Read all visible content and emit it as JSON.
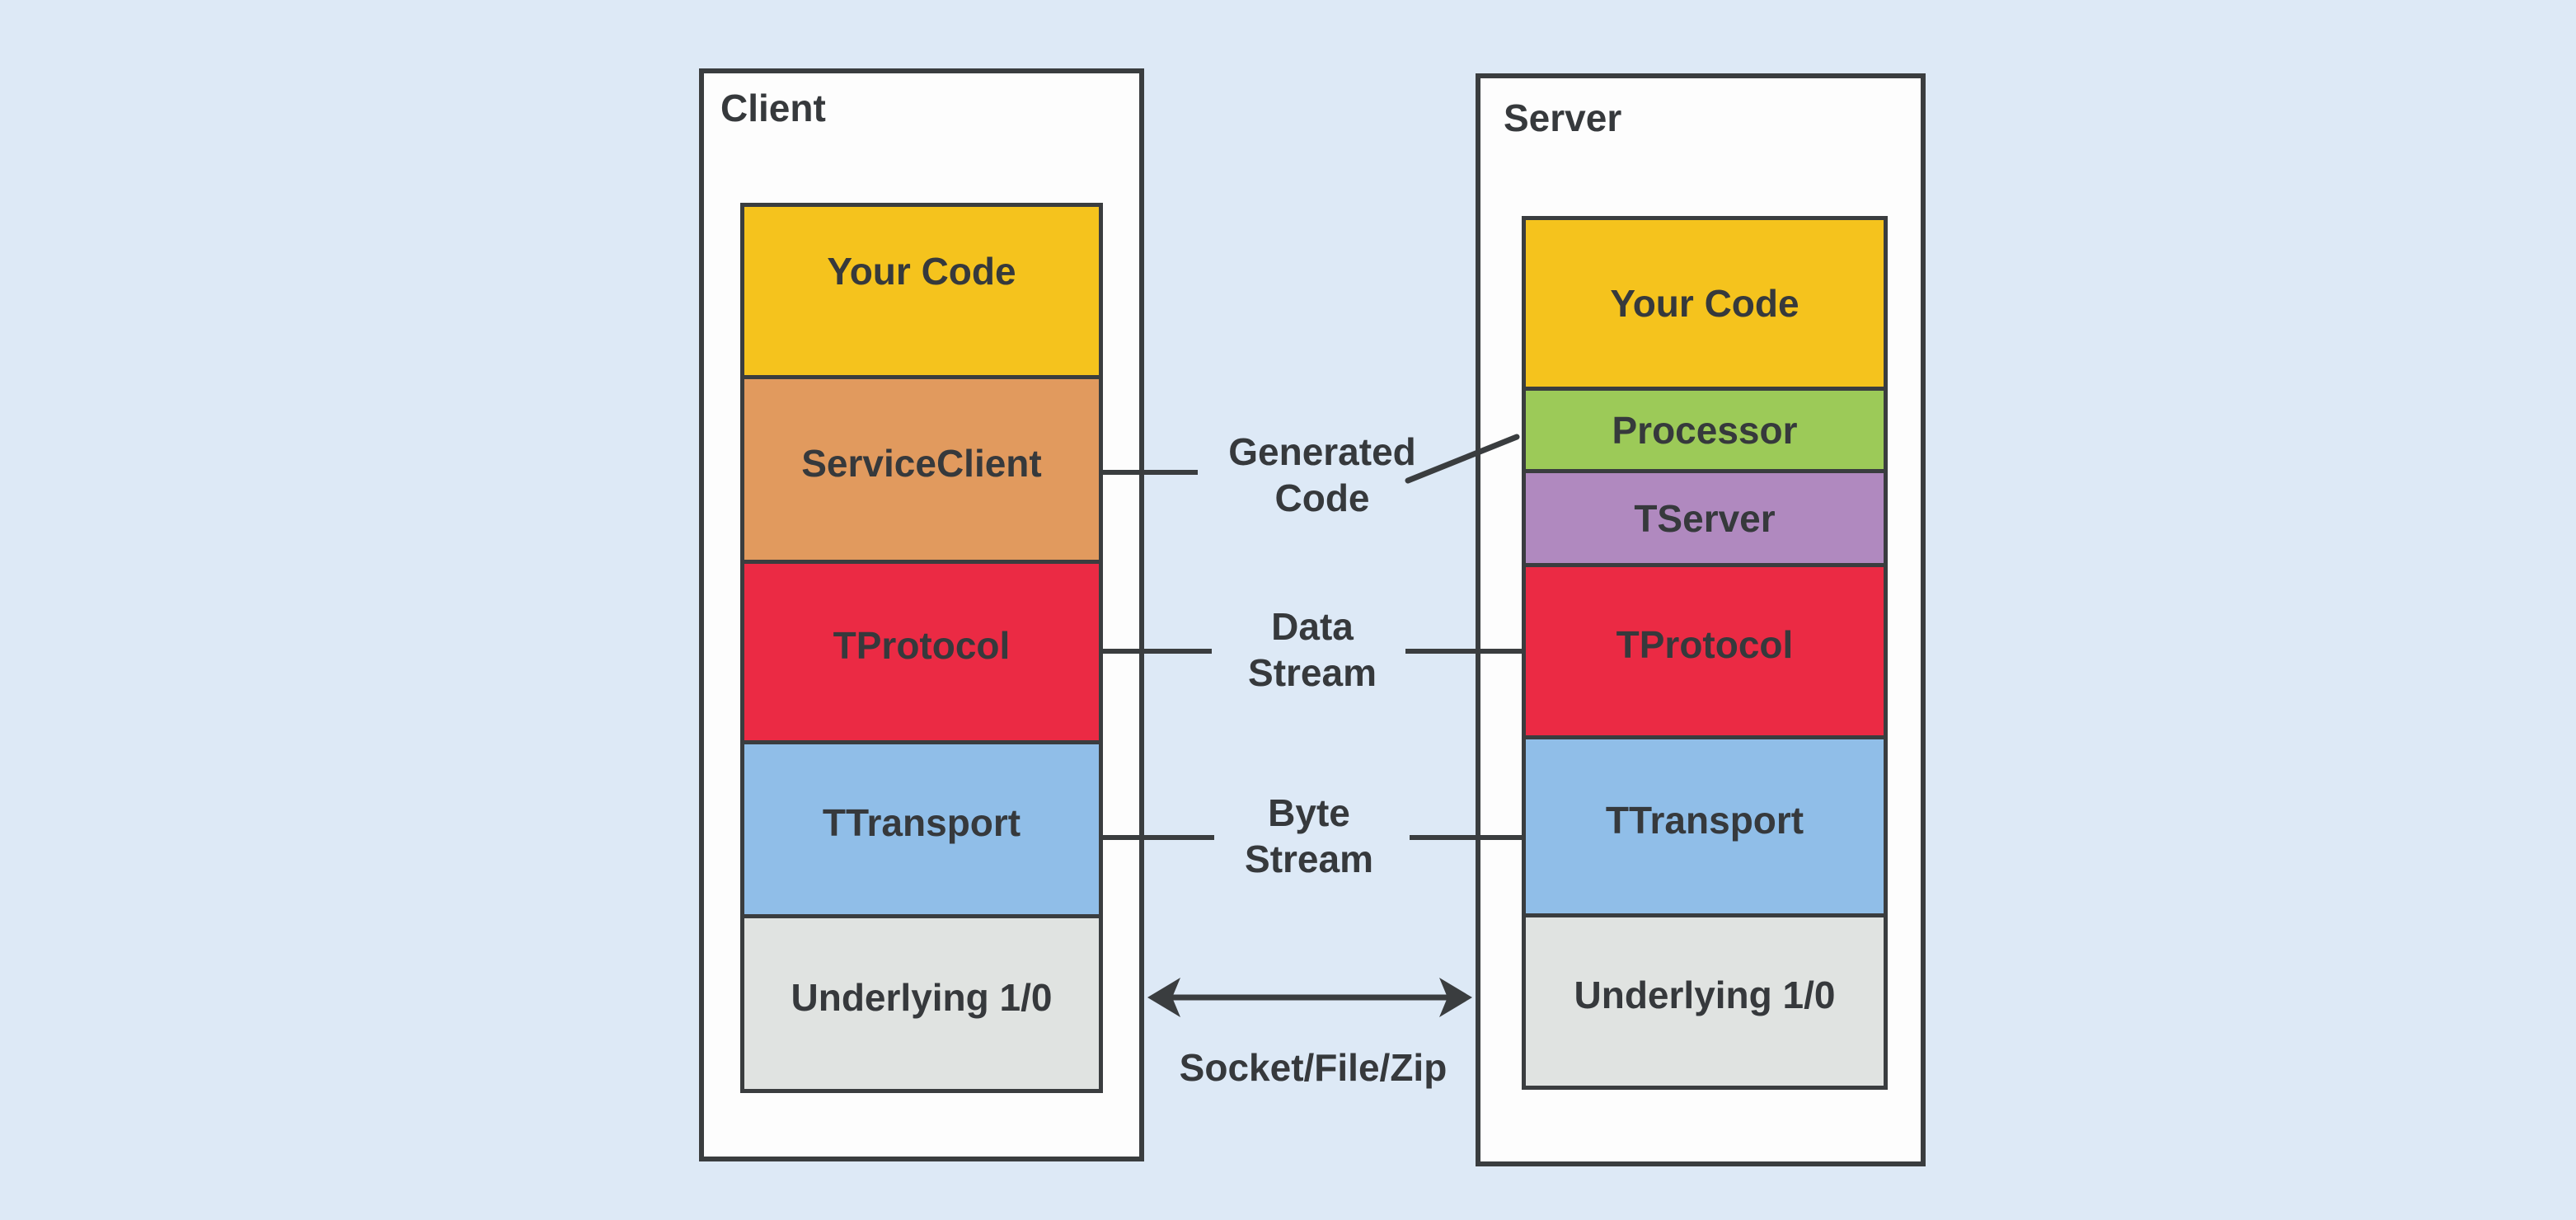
{
  "colors": {
    "background": "#dde9f6",
    "panel": "#fdfdfd",
    "outline": "#3a3d3f",
    "text": "#36393c",
    "your_code": "#f5c31d",
    "service_client": "#e19a5e",
    "tprotocol": "#eb2a44",
    "ttransport": "#90bee8",
    "underlying_io": "#e0e3e1",
    "processor": "#9cca58",
    "tserver": "#b089bf"
  },
  "client": {
    "title": "Client",
    "layers": [
      {
        "label": "Your Code",
        "color": "#f5c31d"
      },
      {
        "label": "ServiceClient",
        "color": "#e19a5e"
      },
      {
        "label": "TProtocol",
        "color": "#eb2a44"
      },
      {
        "label": "TTransport",
        "color": "#90bee8"
      },
      {
        "label": "Underlying 1/0",
        "color": "#e0e3e1"
      }
    ]
  },
  "server": {
    "title": "Server",
    "layers": [
      {
        "label": "Your Code",
        "color": "#f5c31d"
      },
      {
        "label": "Processor",
        "color": "#9cca58"
      },
      {
        "label": "TServer",
        "color": "#b089bf"
      },
      {
        "label": "TProtocol",
        "color": "#eb2a44"
      },
      {
        "label": "TTransport",
        "color": "#90bee8"
      },
      {
        "label": "Underlying 1/0",
        "color": "#e0e3e1"
      }
    ]
  },
  "annotations": {
    "generated_code": "Generated\nCode",
    "data_stream": "Data\nStream",
    "byte_stream": "Byte\nStream",
    "socket_file_zip": "Socket/File/Zip"
  }
}
